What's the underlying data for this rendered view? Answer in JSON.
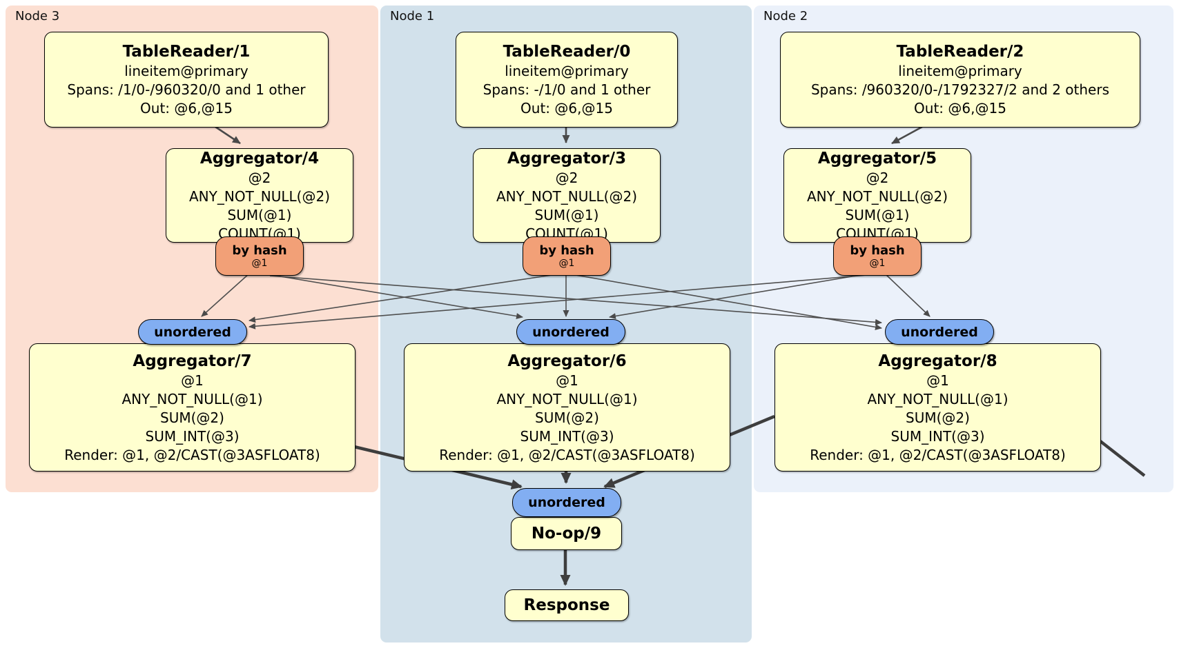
{
  "diagram": {
    "panels": [
      {
        "id": "node3",
        "label": "Node 3",
        "bg": "#fcdfd2"
      },
      {
        "id": "node1",
        "label": "Node 1",
        "bg": "#d2e1eb"
      },
      {
        "id": "node2",
        "label": "Node 2",
        "bg": "#ebf1fa"
      }
    ],
    "processors": {
      "tr1": {
        "title": "TableReader/1",
        "lines": [
          "lineitem@primary",
          "Spans: /1/0-/960320/0 and 1 other",
          "Out: @6,@15"
        ]
      },
      "tr0": {
        "title": "TableReader/0",
        "lines": [
          "lineitem@primary",
          "Spans: -/1/0 and 1 other",
          "Out: @6,@15"
        ]
      },
      "tr2": {
        "title": "TableReader/2",
        "lines": [
          "lineitem@primary",
          "Spans: /960320/0-/1792327/2 and 2 others",
          "Out: @6,@15"
        ]
      },
      "agg4": {
        "title": "Aggregator/4",
        "lines": [
          "@2",
          "ANY_NOT_NULL(@2)",
          "SUM(@1)",
          "COUNT(@1)"
        ]
      },
      "agg3": {
        "title": "Aggregator/3",
        "lines": [
          "@2",
          "ANY_NOT_NULL(@2)",
          "SUM(@1)",
          "COUNT(@1)"
        ]
      },
      "agg5": {
        "title": "Aggregator/5",
        "lines": [
          "@2",
          "ANY_NOT_NULL(@2)",
          "SUM(@1)",
          "COUNT(@1)"
        ]
      },
      "agg7": {
        "title": "Aggregator/7",
        "lines": [
          "@1",
          "ANY_NOT_NULL(@1)",
          "SUM(@2)",
          "SUM_INT(@3)",
          "Render: @1, @2/CAST(@3ASFLOAT8)"
        ]
      },
      "agg6": {
        "title": "Aggregator/6",
        "lines": [
          "@1",
          "ANY_NOT_NULL(@1)",
          "SUM(@2)",
          "SUM_INT(@3)",
          "Render: @1, @2/CAST(@3ASFLOAT8)"
        ]
      },
      "agg8": {
        "title": "Aggregator/8",
        "lines": [
          "@1",
          "ANY_NOT_NULL(@1)",
          "SUM(@2)",
          "SUM_INT(@3)",
          "Render: @1, @2/CAST(@3ASFLOAT8)"
        ]
      },
      "noop": {
        "title": "No-op/9",
        "lines": []
      },
      "resp": {
        "title": "Response",
        "lines": []
      }
    },
    "routers": {
      "rh3": {
        "label": "by hash",
        "sub": "@1"
      },
      "rh1": {
        "label": "by hash",
        "sub": "@1"
      },
      "rh2": {
        "label": "by hash",
        "sub": "@1"
      }
    },
    "syncs": {
      "un3": {
        "label": "unordered"
      },
      "un1": {
        "label": "unordered"
      },
      "un2": {
        "label": "unordered"
      },
      "un4": {
        "label": "unordered"
      }
    },
    "colors": {
      "panel_node3_bg": "#fcdfd2",
      "panel_node1_bg": "#d2e1eb",
      "panel_node2_bg": "#ebf1fa",
      "processor_bg": "#ffffcf",
      "router_bg": "#f2a077",
      "sync_bg": "#82aef2",
      "edge": "#4a4a4a"
    }
  }
}
